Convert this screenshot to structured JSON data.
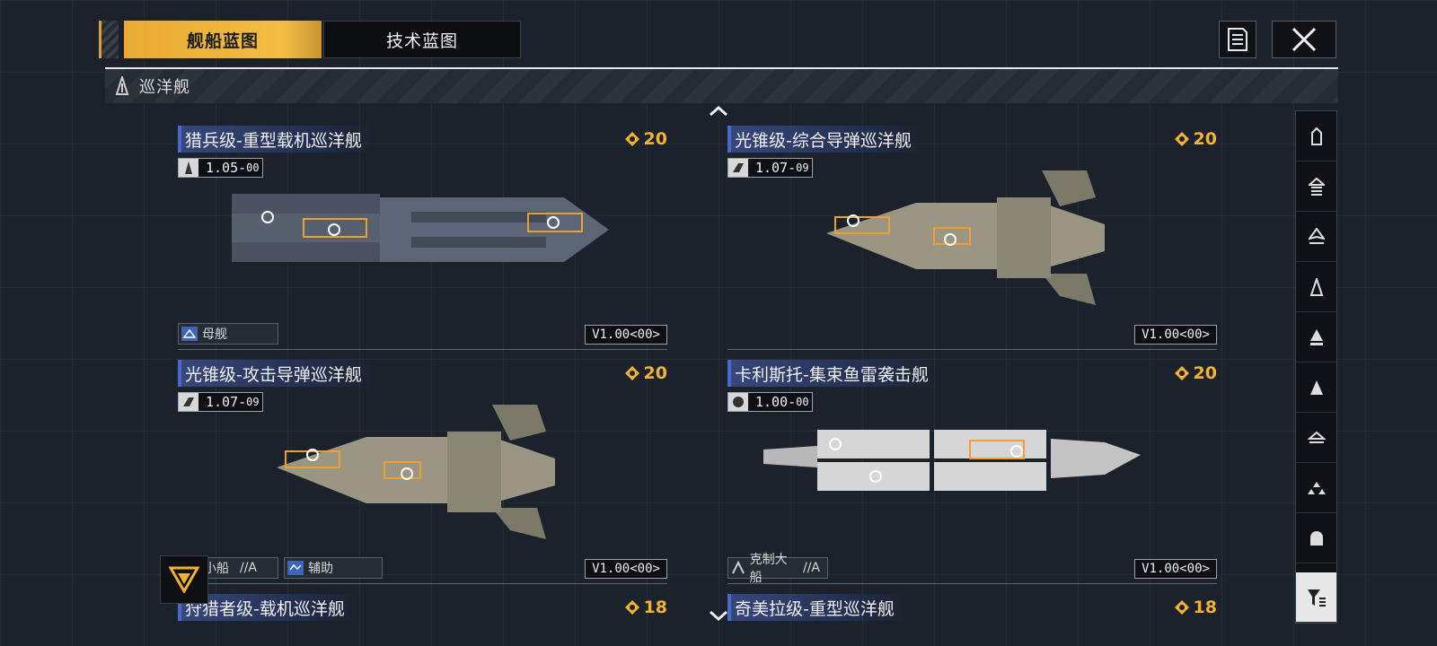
{
  "tabs": {
    "ship_blueprint": "舰船蓝图",
    "tech_blueprint": "技术蓝图"
  },
  "header": {
    "notes_icon": "notes-icon",
    "close_icon": "close-icon"
  },
  "category": {
    "label": "巡洋舰",
    "icon": "cruiser-icon"
  },
  "colors": {
    "accent": "#f3b234",
    "title_band": "#3c4e8c",
    "background": "#1c222b"
  },
  "cards": [
    {
      "title": "猎兵级-重型载机巡洋舰",
      "cost": "20",
      "version_major": "1.05",
      "version_minor": "00",
      "build": "V1.00<00>",
      "roles": [
        {
          "label": "母舰",
          "icon": "carrier-role-icon"
        }
      ]
    },
    {
      "title": "光锥级-综合导弹巡洋舰",
      "cost": "20",
      "version_major": "1.07",
      "version_minor": "09",
      "build": "V1.00<00>",
      "roles": []
    },
    {
      "title": "光锥级-攻击导弹巡洋舰",
      "cost": "20",
      "version_major": "1.07",
      "version_minor": "09",
      "build": "V1.00<00>",
      "roles": [
        {
          "label": "克制小船",
          "suffix": "//A",
          "icon": "anti-small-icon"
        },
        {
          "label": "辅助",
          "icon": "support-role-icon"
        }
      ]
    },
    {
      "title": "卡利斯托-集束鱼雷袭击舰",
      "cost": "20",
      "version_major": "1.00",
      "version_minor": "00",
      "build": "V1.00<00>",
      "roles": [
        {
          "label": "克制大船",
          "suffix": "//A",
          "icon": "anti-large-icon"
        }
      ]
    },
    {
      "title": "狩猎者级-载机巡洋舰",
      "cost": "18"
    },
    {
      "title": "奇美拉级-重型巡洋舰",
      "cost": "18"
    }
  ],
  "sidebar_icons": [
    "frigate-icon",
    "destroyer-icon",
    "cruiser-class-icon",
    "cruiser-icon",
    "battlecruiser-icon",
    "auxiliary-icon",
    "carrier-icon",
    "fleet-icon",
    "base-icon",
    "filter-icon"
  ]
}
